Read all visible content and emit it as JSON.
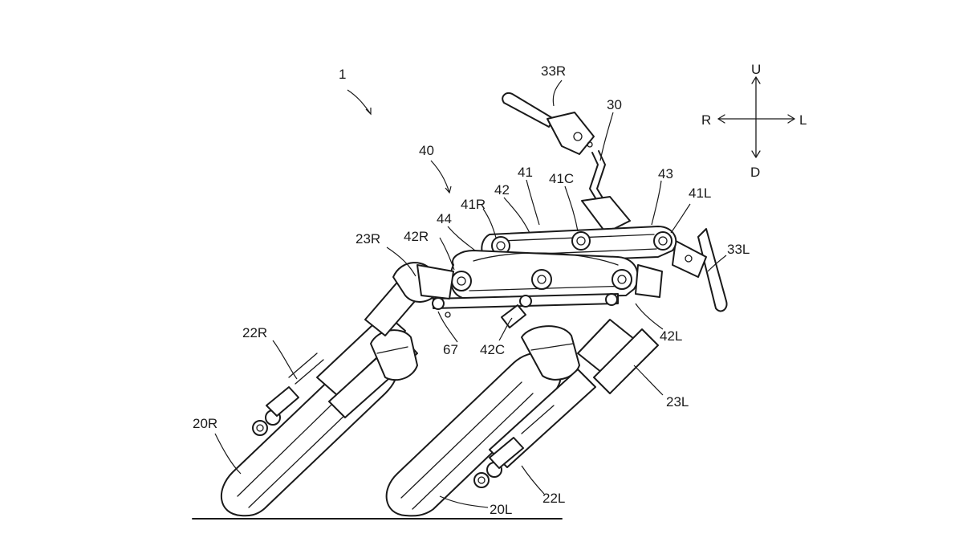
{
  "labels": {
    "ref_1": "1",
    "ref_40": "40",
    "ref_41": "41",
    "ref_41c": "41C",
    "ref_41r": "41R",
    "ref_41l": "41L",
    "ref_42": "42",
    "ref_42r": "42R",
    "ref_42l": "42L",
    "ref_42c": "42C",
    "ref_43": "43",
    "ref_44": "44",
    "ref_30": "30",
    "ref_33r": "33R",
    "ref_33l": "33L",
    "ref_23r": "23R",
    "ref_23l": "23L",
    "ref_22r": "22R",
    "ref_22l": "22L",
    "ref_20r": "20R",
    "ref_20l": "20L",
    "ref_67": "67"
  },
  "compass": {
    "up": "U",
    "down": "D",
    "left": "L",
    "right": "R"
  }
}
